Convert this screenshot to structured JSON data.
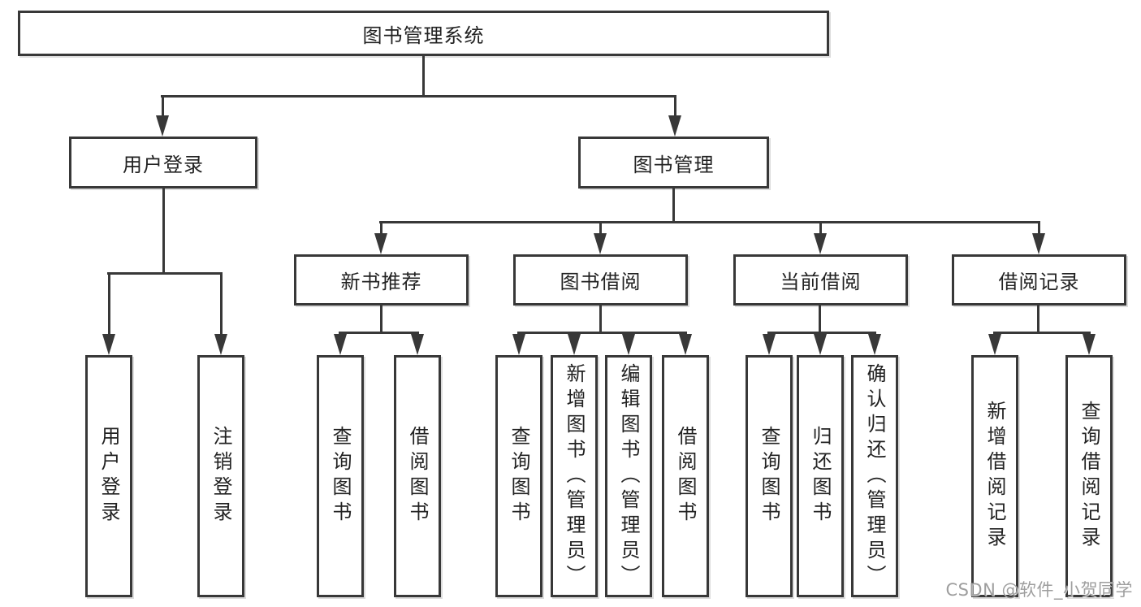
{
  "diagram": {
    "title": "图书管理系统",
    "level2": [
      "用户登录",
      "图书管理"
    ],
    "level3": [
      "新书推荐",
      "图书借阅",
      "当前借阅",
      "借阅记录"
    ],
    "leaves": [
      "用户登录",
      "注销登录",
      "查询图书",
      "借阅图书",
      "查询图书",
      "新增图书（管理员）",
      "编辑图书（管理员）",
      "借阅图书",
      "查询图书",
      "归还图书",
      "确认归还（管理员）",
      "新增借阅记录",
      "查询借阅记录"
    ],
    "watermark": "CSDN @软件_小贺同学",
    "colors": {
      "line": "#383838",
      "box_border": "#383838",
      "text": "#222222",
      "background": "#ffffff",
      "watermark": "#9e9e9e"
    }
  }
}
